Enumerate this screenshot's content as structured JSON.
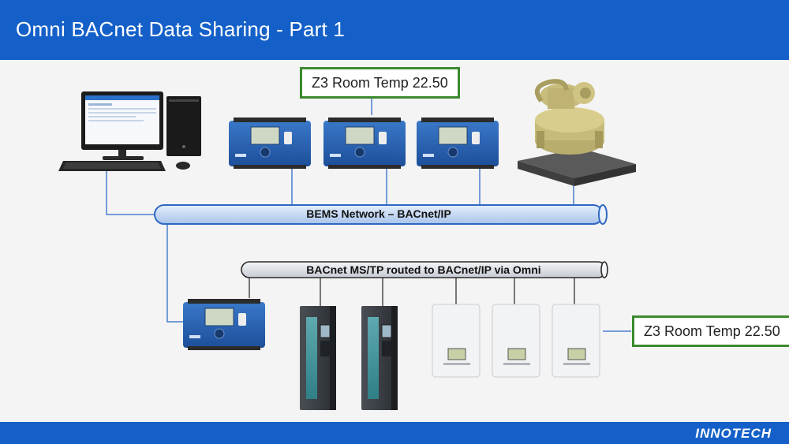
{
  "header": {
    "title": "Omni BACnet Data Sharing - Part 1",
    "background": "#1460c8"
  },
  "networks": {
    "bems": {
      "label": "BEMS Network – BACnet/IP"
    },
    "mstp": {
      "label": "BACnet MS/TP routed to BACnet/IP via Omni"
    }
  },
  "callouts": {
    "top": {
      "text": "Z3 Room Temp 22.50"
    },
    "right": {
      "text": "Z3 Room Temp 22.50"
    }
  },
  "footer": {
    "logo": "INNOTECH"
  },
  "colors": {
    "accent": "#1460c8",
    "callout_border": "#3b8a2e",
    "connector": "#4a7fd0",
    "pipe_bems": "#bcd3f2",
    "pipe_mstp": "#d8dce2"
  },
  "icons": [
    "workstation-icon",
    "controller-icon",
    "chiller-icon",
    "vsd-drive-icon",
    "thermostat-icon"
  ]
}
